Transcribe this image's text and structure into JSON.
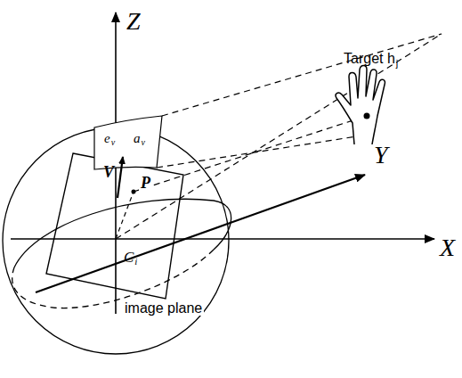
{
  "diagram": {
    "labels": [
      "Target h",
      "j",
      "Z",
      "Y",
      "X",
      "e",
      "v",
      "a",
      "v",
      "V",
      "P",
      "C",
      "i",
      "image plane"
    ]
  }
}
